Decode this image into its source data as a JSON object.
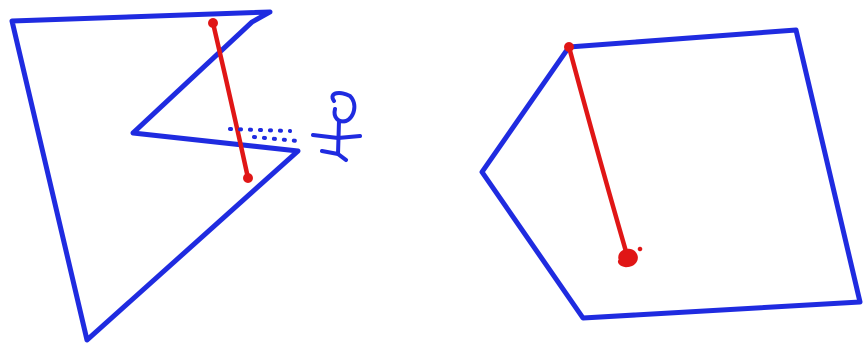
{
  "colors": {
    "background": "#ffffff",
    "polygon_stroke": "#1f2be0",
    "segment_stroke": "#e01616",
    "observer_stroke": "#1f2be0"
  },
  "figures": [
    {
      "name": "nonconvex-polygon",
      "shape": "polygon-with-notch",
      "has_observer": true,
      "segment": "red-chord-with-endpoints"
    },
    {
      "name": "convex-polygon",
      "shape": "pentagon",
      "has_observer": false,
      "segment": "red-chord-with-endpoints"
    }
  ]
}
